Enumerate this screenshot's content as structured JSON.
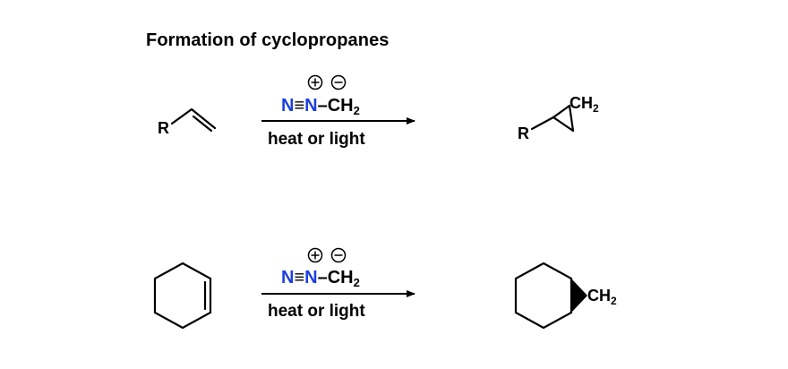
{
  "title": "Formation of cyclopropanes",
  "reactions": [
    {
      "reactant": {
        "substituent": "R"
      },
      "reagent": {
        "n1": "N",
        "triple_bond": "≡",
        "n2": "N",
        "dash": "–",
        "ch": "CH",
        "sub": "2"
      },
      "conditions": "heat or light",
      "product": {
        "substituent": "R",
        "ch": "CH",
        "sub": "2"
      }
    },
    {
      "reagent": {
        "n1": "N",
        "triple_bond": "≡",
        "n2": "N",
        "dash": "–",
        "ch": "CH",
        "sub": "2"
      },
      "conditions": "heat or light",
      "product": {
        "ch": "CH",
        "sub": "2"
      }
    }
  ],
  "colors": {
    "nitrogen": "#1a3fe0",
    "ink": "#000000"
  }
}
